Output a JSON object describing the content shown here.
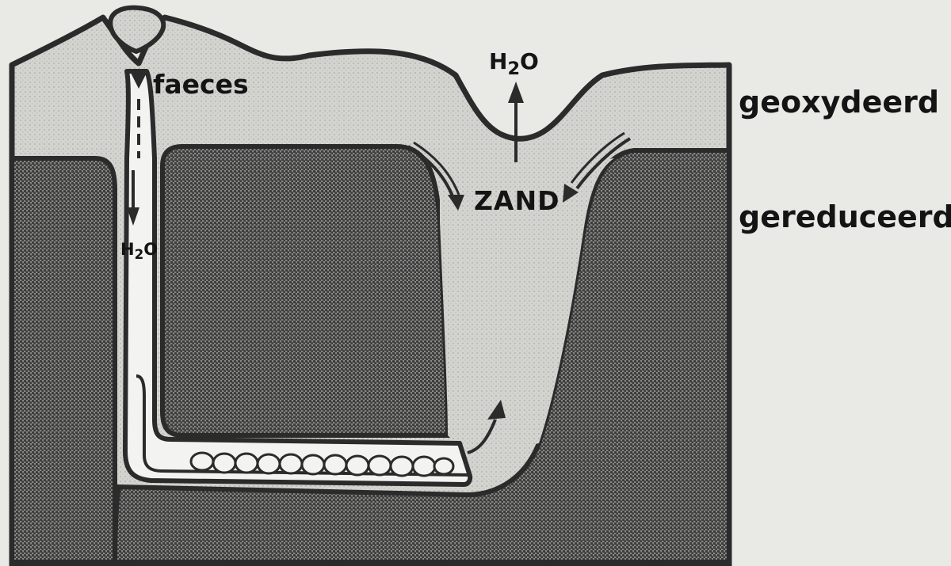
{
  "labels": {
    "faeces": "faeces",
    "zand": "ZAND",
    "geoxydeerd": "geoxydeerd",
    "gereduceerd": "gereduceerd"
  },
  "water_top": {
    "base": "H",
    "sub": "2",
    "tail": "O"
  },
  "water_tube": {
    "base": "H",
    "sub": "2",
    "tail": "O"
  },
  "colors": {
    "oxidized_layer": "#cfcfcc",
    "reduced_layer": "#707070",
    "sand_funnel": "#d4d4d1",
    "burrow": "#f3f3f1",
    "outline": "#2b2b2b",
    "background": "#e9e9e6"
  }
}
